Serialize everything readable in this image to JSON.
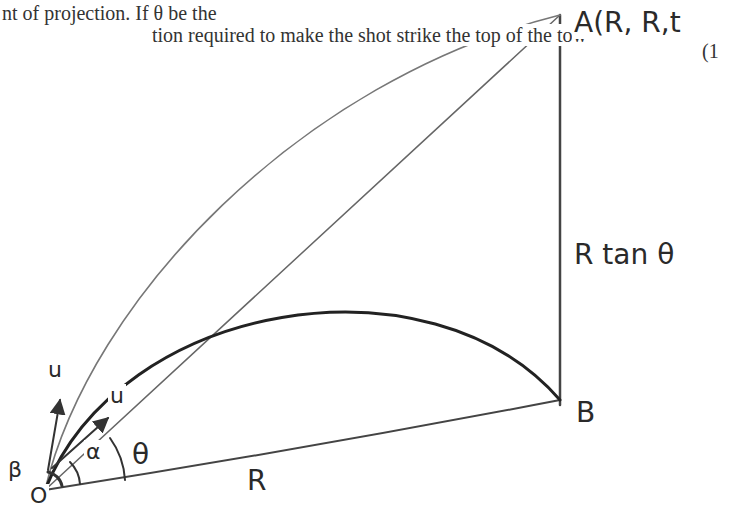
{
  "diagram": {
    "labels": [
      "nt of projection. If θ be the",
      "tion required to make the shot strike the top of the tow",
      "(1",
      "A(R, R,t",
      "R tan θ",
      "B",
      "R",
      "O",
      "β",
      "α",
      "θ",
      "u",
      "u"
    ]
  }
}
